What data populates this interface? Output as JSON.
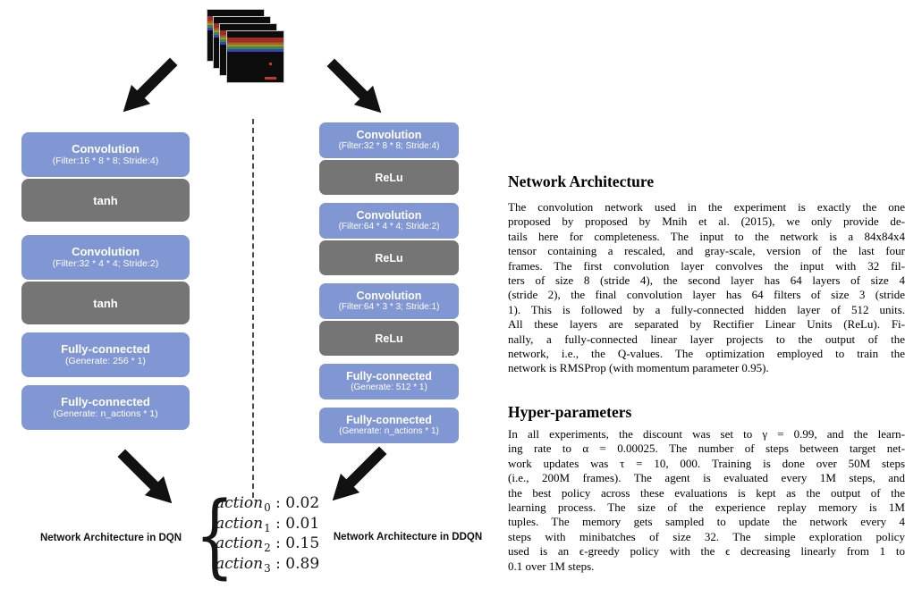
{
  "colors": {
    "layer_blue": "#8197d3",
    "layer_gray": "#757575",
    "arrow_black": "#111111",
    "brick_red": "#9e2b25",
    "brick_orange": "#b05c22",
    "brick_yellow_green": "#8f9b2d",
    "brick_green": "#3c8c3c",
    "brick_blue": "#3a3fbf"
  },
  "diagram": {
    "input_icon": "atari-breakout-frames-stack",
    "dqn": {
      "caption": "Network Architecture in DQN",
      "layers": [
        {
          "kind": "conv",
          "title": "Convolution",
          "detail": "(Filter:16 * 8 * 8; Stride:4)",
          "spacing": "first"
        },
        {
          "kind": "act",
          "title": "tanh",
          "spacing": "joined"
        },
        {
          "kind": "conv",
          "title": "Convolution",
          "detail": "(Filter:32 * 4 * 4; Stride:2)",
          "spacing": "gap-lg"
        },
        {
          "kind": "act",
          "title": "tanh",
          "spacing": "joined"
        },
        {
          "kind": "fc",
          "title": "Fully-connected",
          "detail": "(Generate: 256 * 1)",
          "spacing": "gap-sm"
        },
        {
          "kind": "fc",
          "title": "Fully-connected",
          "detail": "(Generate: n_actions * 1)",
          "spacing": "gap-sm"
        }
      ]
    },
    "ddqn": {
      "caption": "Network Architecture in DDQN",
      "layers": [
        {
          "kind": "conv",
          "title": "Convolution",
          "detail": "(Filter:32 * 8 * 8; Stride:4)",
          "spacing": "first"
        },
        {
          "kind": "act",
          "title": "ReLu",
          "spacing": "joined"
        },
        {
          "kind": "conv",
          "title": "Convolution",
          "detail": "(Filter:64 * 4 * 4; Stride:2)",
          "spacing": "gap-sm"
        },
        {
          "kind": "act",
          "title": "ReLu",
          "spacing": "joined"
        },
        {
          "kind": "conv",
          "title": "Convolution",
          "detail": "(Filter:64 * 3 * 3; Stride:1)",
          "spacing": "gap-sm"
        },
        {
          "kind": "act",
          "title": "ReLu",
          "spacing": "joined"
        },
        {
          "kind": "fc",
          "title": "Fully-connected",
          "detail": "(Generate: 512 * 1)",
          "spacing": "gap-sm"
        },
        {
          "kind": "fc",
          "title": "Fully-connected",
          "detail": "(Generate: n_actions * 1)",
          "spacing": "gap-sm"
        }
      ]
    },
    "output": {
      "brace": "{",
      "actions": [
        {
          "label": "action",
          "sub": "0",
          "value": " : 0.02"
        },
        {
          "label": "action",
          "sub": "1",
          "value": " : 0.01"
        },
        {
          "label": "action",
          "sub": "2",
          "value": " : 0.15"
        },
        {
          "label": "action",
          "sub": "3",
          "value": " : 0.89"
        }
      ]
    }
  },
  "article": {
    "sections": [
      {
        "heading": "Network Architecture",
        "lines": [
          "The convolution network used in the experiment is exactly the one",
          "proposed by proposed by Mnih et al. (2015), we only provide de-",
          "tails here for completeness. The input to the network is a 84x84x4",
          "tensor containing a rescaled, and gray-scale, version of the last four",
          "frames. The first convolution layer convolves the input with 32 fil-",
          "ters of size 8 (stride 4), the second layer has 64 layers of size 4",
          "(stride 2), the final convolution layer has 64 filters of size 3 (stride",
          "1). This is followed by a fully-connected hidden layer of 512 units.",
          "All these layers are separated by Rectifier Linear Units (ReLu). Fi-",
          "nally, a fully-connected linear layer projects to the output of the",
          "network, i.e., the Q-values. The optimization employed to train the",
          "network is RMSProp (with momentum parameter 0.95)."
        ]
      },
      {
        "heading": "Hyper-parameters",
        "lines": [
          "In all experiments, the discount was set to γ = 0.99, and the learn-",
          "ing rate to α = 0.00025. The number of steps between target net-",
          "work updates was τ = 10, 000. Training is done over 50M steps",
          "(i.e., 200M frames). The agent is evaluated every 1M steps, and",
          "the best policy across these evaluations is kept as the output of the",
          "learning process. The size of the experience replay memory is 1M",
          "tuples. The memory gets sampled to update the network every 4",
          "steps with minibatches of size 32. The simple exploration policy",
          "used is an ϵ-greedy policy with the ϵ decreasing linearly from 1 to",
          "0.1 over 1M steps."
        ]
      }
    ]
  }
}
